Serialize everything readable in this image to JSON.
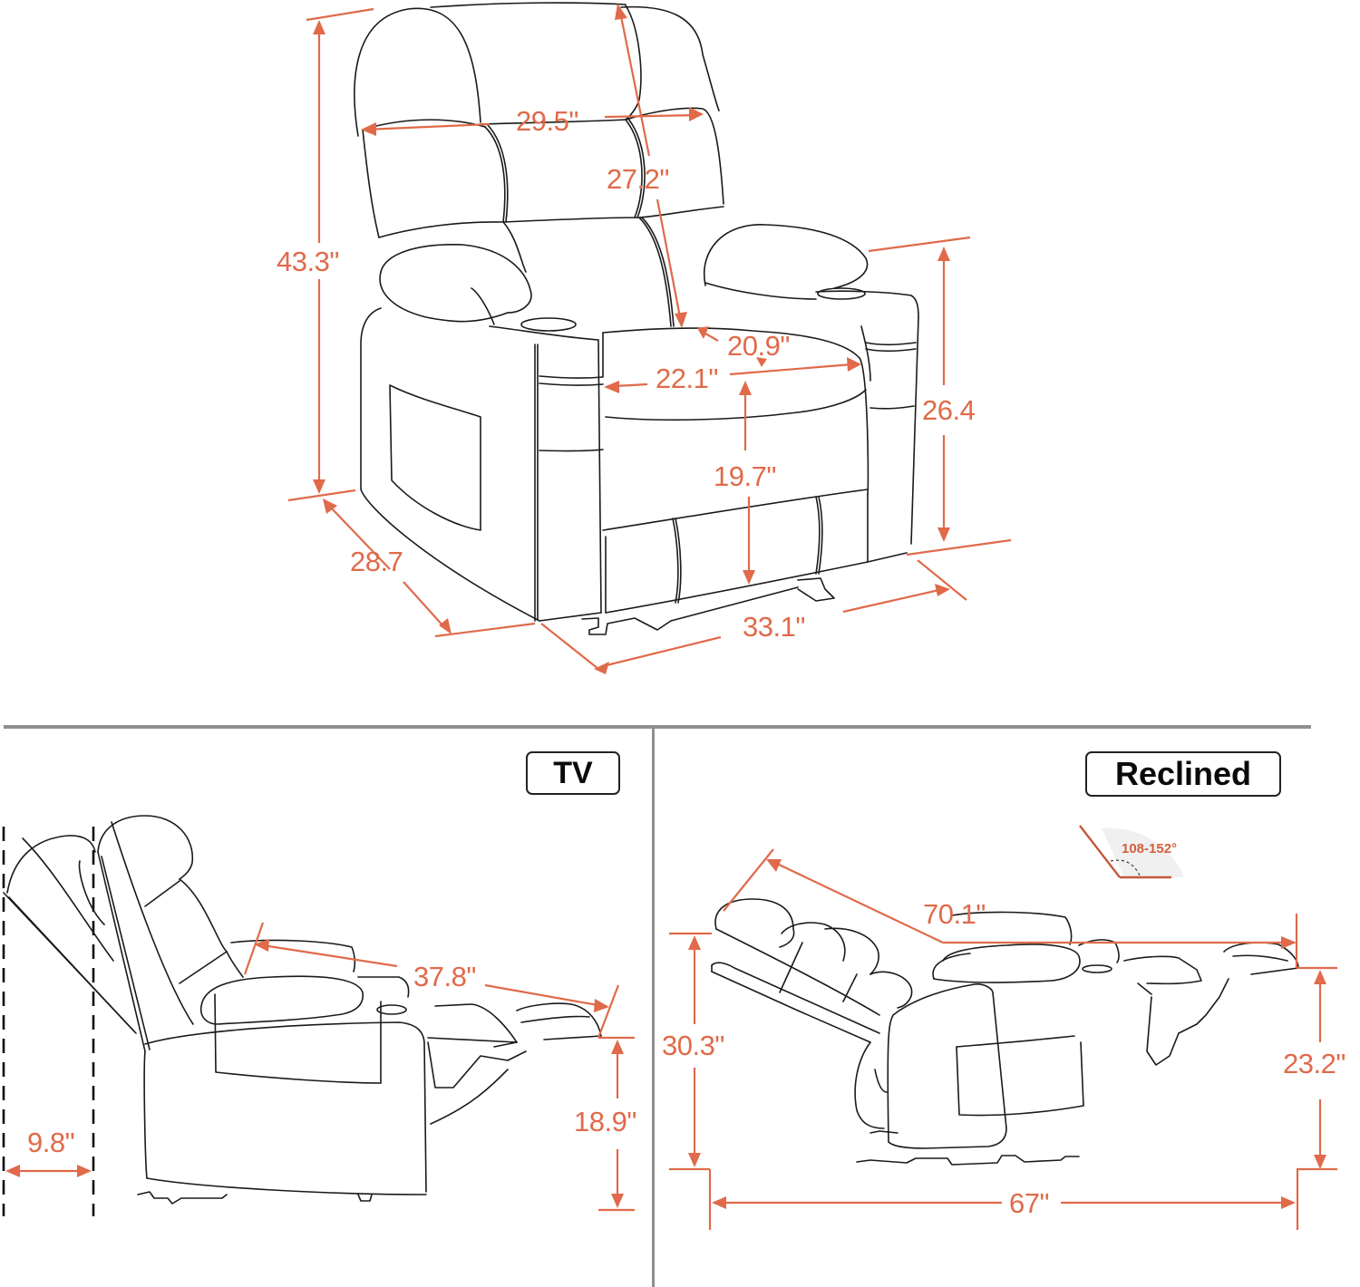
{
  "diagram": {
    "subject": "Power lift recliner chair dimensions",
    "colors": {
      "dimension": "#e06a4a",
      "line_art": "#1a1a1a",
      "divider": "#8f8f8f",
      "background": "#ffffff"
    },
    "front_view": {
      "dimensions": {
        "overall_height": "43.3\"",
        "back_width": "29.5\"",
        "back_height": "27.2\"",
        "seat_depth": "20.9\"",
        "seat_width": "22.1\"",
        "seat_height": "19.7\"",
        "arm_height": "26.4",
        "overall_depth": "28.7",
        "overall_width": "33.1\""
      }
    },
    "tv_view": {
      "badge": "TV",
      "dimensions": {
        "wall_clearance": "9.8\"",
        "leg_rest_length": "37.8\"",
        "footrest_height": "18.9\""
      }
    },
    "reclined_view": {
      "badge": "Reclined",
      "angle_range": "108-152°",
      "dimensions": {
        "reclined_length": "70.1\"",
        "back_height": "30.3\"",
        "footrest_height": "23.2\"",
        "overall_length": "67\""
      }
    }
  }
}
